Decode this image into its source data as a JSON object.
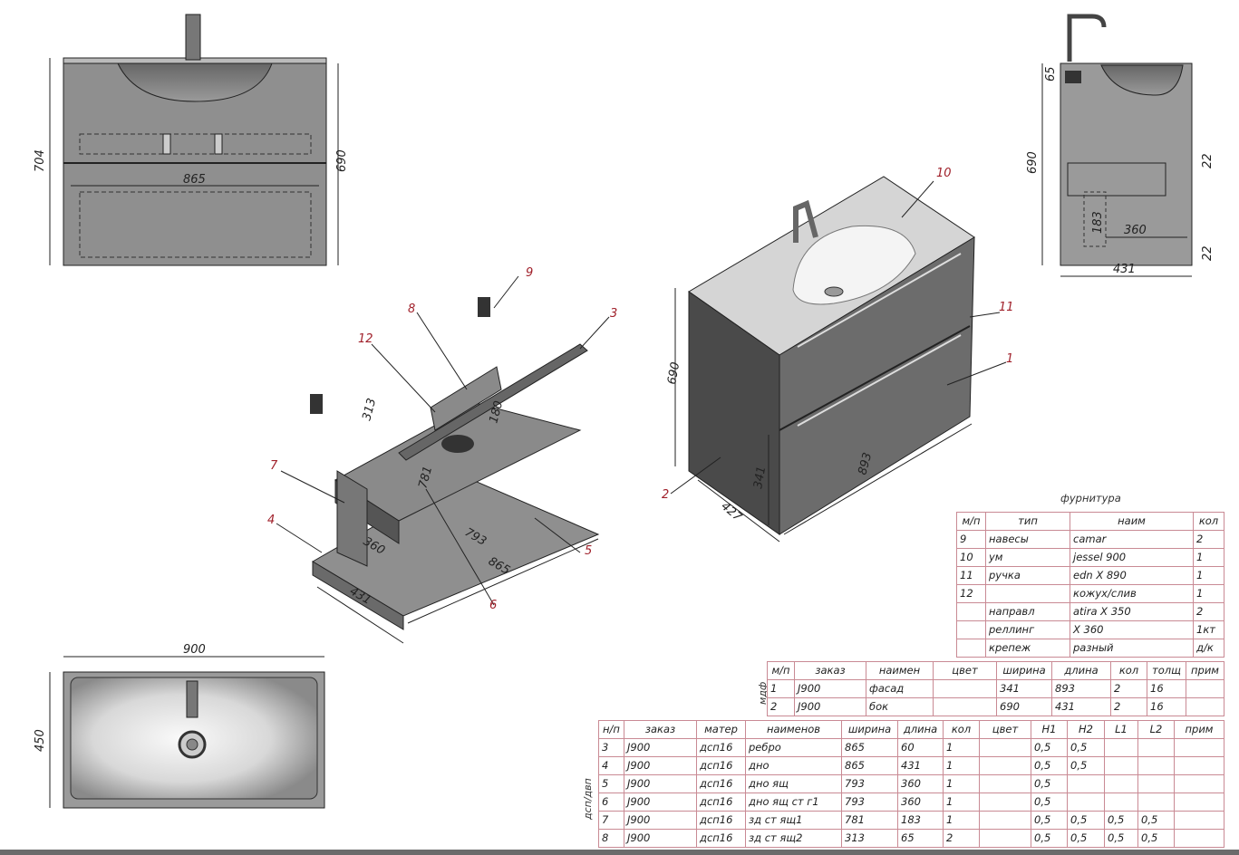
{
  "front_view": {
    "dims": {
      "overall_height": "704",
      "body_height": "690",
      "width_inner": "865"
    }
  },
  "top_view": {
    "dims": {
      "width": "900",
      "depth": "450"
    }
  },
  "side_view": {
    "dims": {
      "top": "65",
      "height": "690",
      "gap_top": "22",
      "panel_h": "183",
      "panel_w": "360",
      "gap_bottom": "22",
      "depth": "431"
    }
  },
  "iso_view": {
    "dims": {
      "height": "690",
      "depth": "427",
      "width": "893",
      "drawer_h": "341"
    },
    "callouts": {
      "c10": "10",
      "c11": "11",
      "c1": "1",
      "c2": "2"
    }
  },
  "exploded_view": {
    "dims": {
      "d313": "313",
      "d180": "180",
      "d781": "781",
      "d793": "793",
      "d865": "865",
      "d360": "360",
      "d431": "431"
    },
    "callouts": {
      "c9": "9",
      "c8": "8",
      "c3": "3",
      "c12": "12",
      "c7": "7",
      "c4": "4",
      "c5": "5",
      "c6": "6"
    }
  },
  "hardware_table": {
    "title": "фурнитура",
    "headers": [
      "м/п",
      "тип",
      "наим",
      "кол"
    ],
    "rows": [
      [
        "9",
        "навесы",
        "camar",
        "2"
      ],
      [
        "10",
        "ум",
        "jessel 900",
        "1"
      ],
      [
        "11",
        "ручка",
        "edn X 890",
        "1"
      ],
      [
        "12",
        "",
        "кожух/слив",
        "1"
      ],
      [
        "",
        "направл",
        "atira X 350",
        "2"
      ],
      [
        "",
        "реллинг",
        "X 360",
        "1кт"
      ],
      [
        "",
        "крепеж",
        "разный",
        "д/к"
      ]
    ]
  },
  "mdf_table": {
    "side_label": "мдф",
    "headers": [
      "м/п",
      "заказ",
      "наимен",
      "цвет",
      "ширина",
      "длина",
      "кол",
      "толщ",
      "прим"
    ],
    "rows": [
      [
        "1",
        "J900",
        "фасад",
        "",
        "341",
        "893",
        "2",
        "16",
        ""
      ],
      [
        "2",
        "J900",
        "бок",
        "",
        "690",
        "431",
        "2",
        "16",
        ""
      ]
    ]
  },
  "chipboard_table": {
    "side_label": "дсп/двп",
    "headers": [
      "н/п",
      "заказ",
      "матер",
      "наименов",
      "ширина",
      "длина",
      "кол",
      "цвет",
      "H1",
      "H2",
      "L1",
      "L2",
      "прим"
    ],
    "rows": [
      [
        "3",
        "J900",
        "дсп16",
        "ребро",
        "865",
        "60",
        "1",
        "",
        "0,5",
        "0,5",
        "",
        "",
        ""
      ],
      [
        "4",
        "J900",
        "дсп16",
        "дно",
        "865",
        "431",
        "1",
        "",
        "0,5",
        "0,5",
        "",
        "",
        ""
      ],
      [
        "5",
        "J900",
        "дсп16",
        "дно ящ",
        "793",
        "360",
        "1",
        "",
        "0,5",
        "",
        "",
        "",
        ""
      ],
      [
        "6",
        "J900",
        "дсп16",
        "дно ящ ст г1",
        "793",
        "360",
        "1",
        "",
        "0,5",
        "",
        "",
        "",
        ""
      ],
      [
        "7",
        "J900",
        "дсп16",
        "зд ст ящ1",
        "781",
        "183",
        "1",
        "",
        "0,5",
        "0,5",
        "0,5",
        "0,5",
        ""
      ],
      [
        "8",
        "J900",
        "дсп16",
        "зд ст ящ2",
        "313",
        "65",
        "2",
        "",
        "0,5",
        "0,5",
        "0,5",
        "0,5",
        ""
      ]
    ]
  }
}
